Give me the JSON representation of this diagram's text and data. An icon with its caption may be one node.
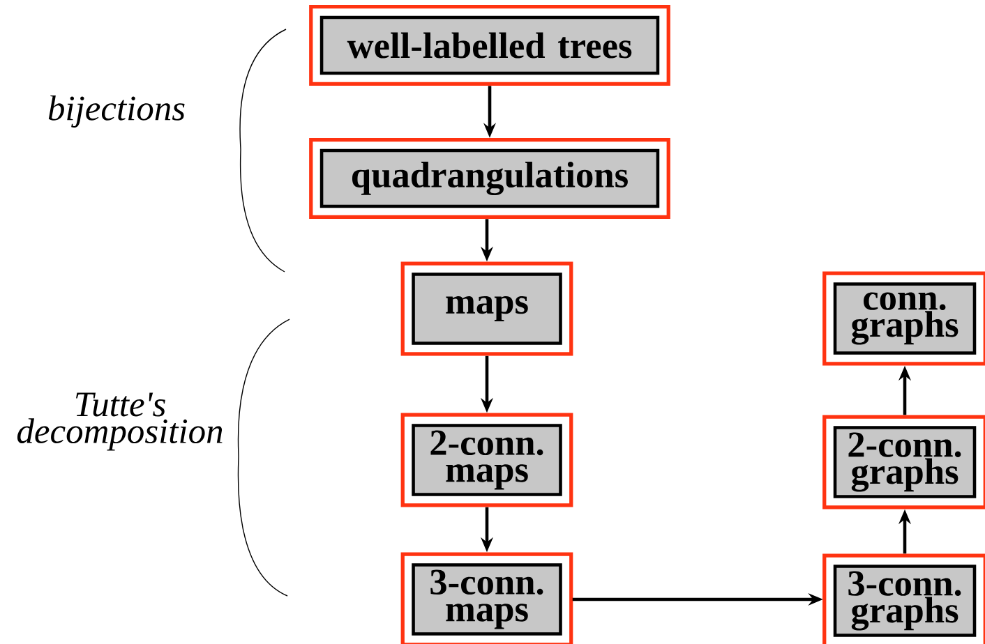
{
  "diagram": {
    "nodes": [
      {
        "text": [
          "well-labelled trees"
        ]
      },
      {
        "text": [
          "quadrangulations"
        ]
      },
      {
        "text": [
          "maps"
        ]
      },
      {
        "text": [
          "2-conn. maps"
        ]
      },
      {
        "text": [
          "3-conn. maps"
        ]
      },
      {
        "text": [
          "conn. graphs"
        ]
      },
      {
        "text": [
          "2-conn. graphs"
        ]
      },
      {
        "text": [
          "3-conn. graphs"
        ]
      }
    ],
    "edges": [
      {
        "from": 0,
        "to": 1,
        "arrow": "to"
      },
      {
        "from": 1,
        "to": 2,
        "arrow": "to"
      },
      {
        "from": 2,
        "to": 3,
        "arrow": "to"
      },
      {
        "from": 3,
        "to": 4,
        "arrow": "to"
      },
      {
        "from": 4,
        "to": 7,
        "arrow": "to"
      },
      {
        "from": 7,
        "to": 6,
        "arrow": "to"
      },
      {
        "from": 6,
        "to": 5,
        "arrow": "to"
      }
    ],
    "labels": [
      "bijections",
      "Tutte's decomposition"
    ]
  }
}
